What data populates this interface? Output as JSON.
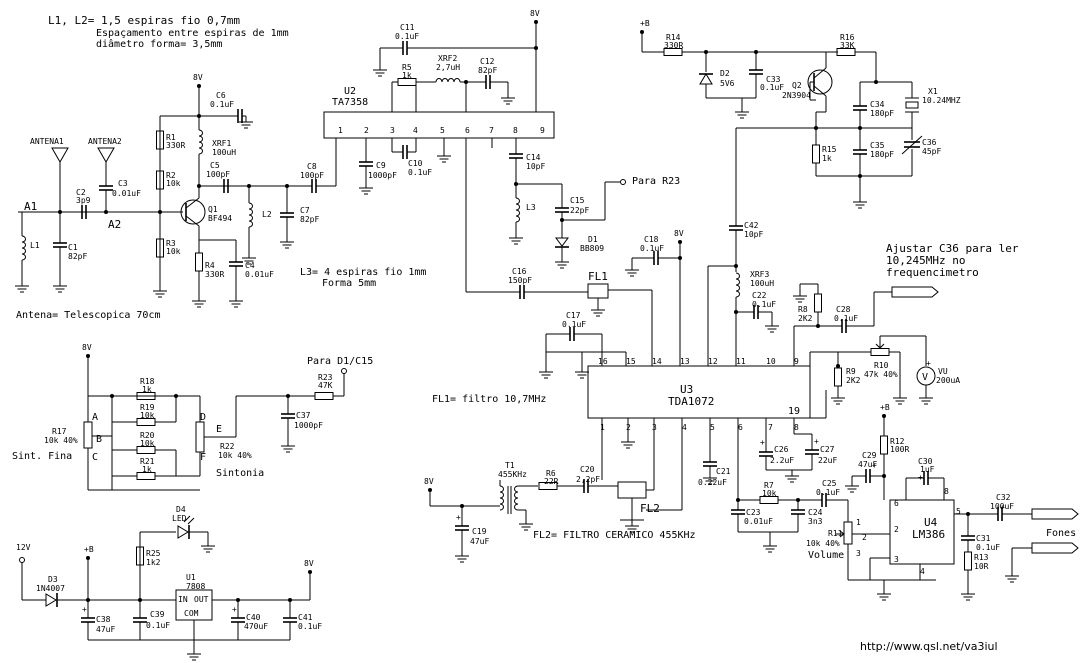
{
  "notes": {
    "l1l2_line1": "L1, L2= 1,5 espiras fio 0,7mm",
    "l1l2_line2": "Espaçamento entre espiras de 1mm",
    "l1l2_line3": "diâmetro forma= 3,5mm",
    "l3_line1": "L3= 4 espiras fio 1mm",
    "l3_line2": "Forma 5mm",
    "antenna": "Antena= Telescopica 70cm",
    "fl1": "FL1= filtro 10,7MHz",
    "fl2": "FL2= FILTRO CERAMICO 455KHz",
    "adjust_line1": "Ajustar C36 para ler",
    "adjust_line2": "10,245MHz no",
    "adjust_line3": "frequencimetro",
    "para_r23": "Para R23",
    "para_d1c15": "Para D1/C15",
    "sint_fina": "Sint. Fina",
    "sintonia": "Sintonia",
    "volume": "Volume",
    "fones": "Fones",
    "url": "http://www.qsl.net/va3iul"
  },
  "rails": {
    "v8": "8V",
    "v12": "12V",
    "plus_b": "+B"
  },
  "nodes": {
    "a1": "A1",
    "a2": "A2",
    "pot_a": "A",
    "pot_b": "B",
    "pot_c": "C",
    "pot_d": "D",
    "pot_e": "E",
    "pot_f": "F"
  },
  "components": {
    "antenna1": "ANTENA1",
    "antenna2": "ANTENA2",
    "l1": "L1",
    "c1": [
      "C1",
      "82pF"
    ],
    "c2": [
      "C2",
      "3p9"
    ],
    "c3": [
      "C3",
      "0.01uF"
    ],
    "r1": [
      "R1",
      "330R"
    ],
    "r2": [
      "R2",
      "10k"
    ],
    "r3": [
      "R3",
      "10k"
    ],
    "r4": [
      "R4",
      "330R"
    ],
    "c4": [
      "C4",
      "0.01uF"
    ],
    "c6": [
      "C6",
      "0.1uF"
    ],
    "xrf1": [
      "XRF1",
      "100uH"
    ],
    "q1": [
      "Q1",
      "BF494"
    ],
    "c5": [
      "C5",
      "100pF"
    ],
    "l2": "L2",
    "c7": [
      "C7",
      "82pF"
    ],
    "c8": [
      "C8",
      "100pF"
    ],
    "u2": [
      "U2",
      "TA7358"
    ],
    "u2_pins": [
      "1",
      "2",
      "3",
      "4",
      "5",
      "6",
      "7",
      "8",
      "9"
    ],
    "c9": [
      "C9",
      "1000pF"
    ],
    "c10": [
      "C10",
      "0.1uF"
    ],
    "c11": [
      "C11",
      "0.1uF"
    ],
    "r5": [
      "R5",
      "1k"
    ],
    "xrf2": [
      "XRF2",
      "2,7uH"
    ],
    "c12": [
      "C12",
      "82pF"
    ],
    "c14": [
      "C14",
      "10pF"
    ],
    "l3": "L3",
    "c15": [
      "C15",
      "22pF"
    ],
    "d1": [
      "D1",
      "BB809"
    ],
    "c16": [
      "C16",
      "150pF"
    ],
    "fl1_label": "FL1",
    "c18": [
      "C18",
      "0.1uF"
    ],
    "c17": [
      "C17",
      "0.1uF"
    ],
    "r14": [
      "R14",
      "330R"
    ],
    "d2": [
      "D2",
      "5V6"
    ],
    "c33": [
      "C33",
      "0.1uF"
    ],
    "q2": [
      "Q2",
      "2N3904"
    ],
    "r16": [
      "R16",
      "33K"
    ],
    "x1": [
      "X1",
      "10.24MHZ"
    ],
    "c34": [
      "C34",
      "180pF"
    ],
    "c35": [
      "C35",
      "180pF"
    ],
    "c36": [
      "C36",
      "45pF"
    ],
    "r15": [
      "R15",
      "1k"
    ],
    "c42": [
      "C42",
      "10pF"
    ],
    "xrf3": [
      "XRF3",
      "100uH"
    ],
    "c22": [
      "C22",
      "0.1uF"
    ],
    "r8": [
      "R8",
      "2K2"
    ],
    "c28": [
      "C28",
      "0.1uF"
    ],
    "r9": [
      "R9",
      "2K2"
    ],
    "r10": [
      "R10",
      "47k 40%"
    ],
    "vu": [
      "VU",
      "200uA"
    ],
    "vu_sym": "V",
    "u3": [
      "U3",
      "TDA1072"
    ],
    "u3_top_pins": [
      "16",
      "15",
      "14",
      "13",
      "12",
      "11",
      "10",
      "9"
    ],
    "u3_bot_pins": [
      "1",
      "2",
      "3",
      "4",
      "5",
      "6",
      "7",
      "8"
    ],
    "u3_pin19": "19",
    "c21": [
      "C21",
      "0.22uF"
    ],
    "c26": [
      "C26",
      "2.2uF"
    ],
    "c27": [
      "C27",
      "22uF"
    ],
    "t1": [
      "T1",
      "455KHz"
    ],
    "r6": [
      "R6",
      "22R"
    ],
    "c20": [
      "C20",
      "2,2pF"
    ],
    "fl2_label": "FL2",
    "c19": [
      "C19",
      "47uF"
    ],
    "r7": [
      "R7",
      "10k"
    ],
    "c23": [
      "C23",
      "0.01uF"
    ],
    "c24": [
      "C24",
      "3n3"
    ],
    "c25": [
      "C25",
      "0.1uF"
    ],
    "r11": [
      "R11",
      "10k 40%"
    ],
    "c29": [
      "C29",
      "47uF"
    ],
    "r12": [
      "R12",
      "100R"
    ],
    "c30": [
      "C30",
      "1uF"
    ],
    "u4": [
      "U4",
      "LM386"
    ],
    "u4_pins": [
      "1",
      "2",
      "3",
      "4",
      "5",
      "6",
      "8"
    ],
    "c31": [
      "C31",
      "0.1uF"
    ],
    "r13": [
      "R13",
      "10R"
    ],
    "c32": [
      "C32",
      "100uF"
    ],
    "r17": [
      "R17",
      "10k 40%"
    ],
    "r18": [
      "R18",
      "1k"
    ],
    "r19": [
      "R19",
      "10k"
    ],
    "r20": [
      "R20",
      "10k"
    ],
    "r21": [
      "R21",
      "1k"
    ],
    "r22": [
      "R22",
      "10k 40%"
    ],
    "r23": [
      "R23",
      "47K"
    ],
    "c37": [
      "C37",
      "1000pF"
    ],
    "d4": [
      "D4",
      "LED"
    ],
    "r25": [
      "R25",
      "1k2"
    ],
    "d3": [
      "D3",
      "1N4007"
    ],
    "u1": [
      "U1",
      "7808"
    ],
    "u1_pins": [
      "IN",
      "OUT",
      "COM"
    ],
    "c38": [
      "C38",
      "47uF"
    ],
    "c39": [
      "C39",
      "0.1uF"
    ],
    "c40": [
      "C40",
      "470uF"
    ],
    "c41": [
      "C41",
      "0.1uF"
    ],
    "pol_plus": "+"
  }
}
